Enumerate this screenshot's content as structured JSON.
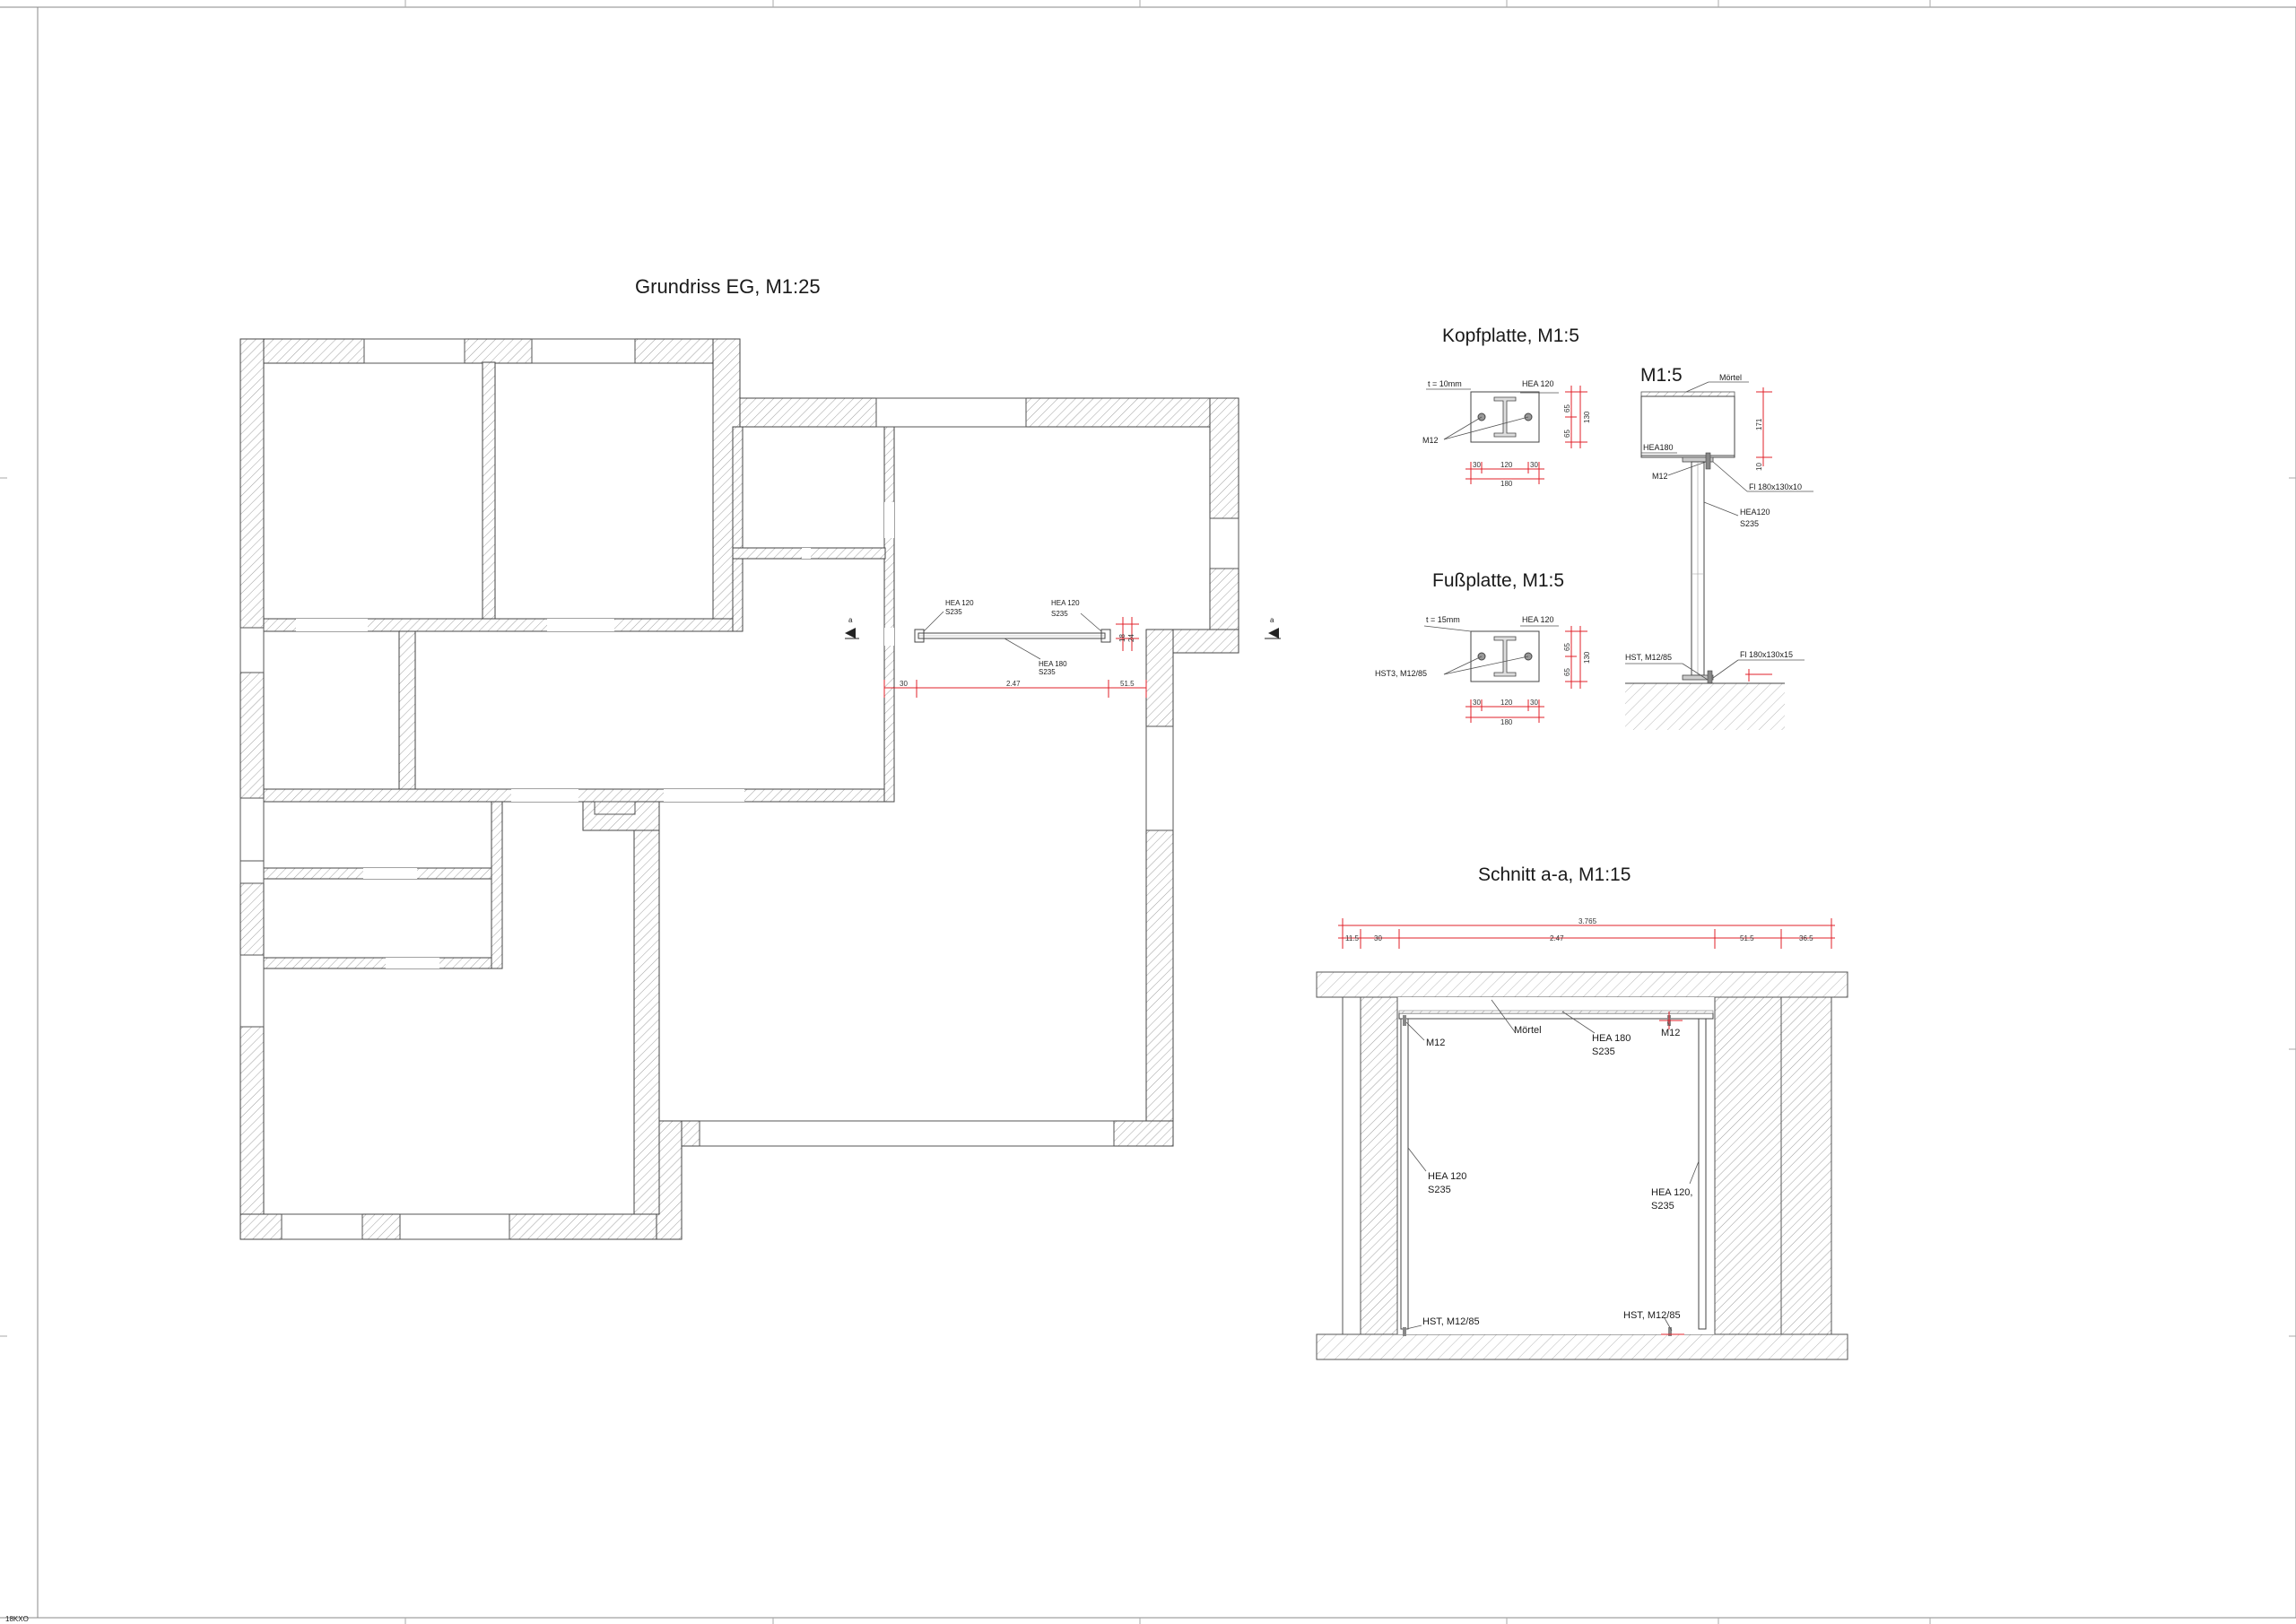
{
  "drawing": {
    "frame_code": "18KXO",
    "grundriss": {
      "title": "Grundriss EG, M1:25",
      "section_mark": "a",
      "beam_left_label": [
        "HEA 120",
        "S235"
      ],
      "beam_right_label": [
        "HEA 120",
        "S235"
      ],
      "beam_main_label": [
        "HEA 180",
        "S235"
      ],
      "dims": [
        "30",
        "2.47",
        "51.5"
      ],
      "dims_vertical": [
        "18",
        "24"
      ]
    },
    "kopfplatte": {
      "title": "Kopfplatte, M1:5",
      "thickness": "t = 10mm",
      "profile": "HEA 120",
      "bolt": "M12",
      "dims_h": [
        "30",
        "120",
        "30"
      ],
      "dims_total": "180",
      "dims_v": [
        "65",
        "65",
        "130"
      ]
    },
    "fussplatte": {
      "title": "Fußplatte, M1:5",
      "thickness": "t = 15mm",
      "profile": "HEA 120",
      "anchor": "HST3,  M12/85",
      "dims_h": [
        "30",
        "120",
        "30"
      ],
      "dims_total": "180",
      "dims_v": [
        "65",
        "65",
        "130"
      ]
    },
    "detail_side": {
      "title": "M1:5",
      "moertel": "Mörtel",
      "beam": "HEA180",
      "bolt": "M12",
      "head_plate": "Fl 180x130x10",
      "column": [
        "HEA120",
        "S235"
      ],
      "anchor": "HST, M12/85",
      "foot_plate": "Fl 180x130x15",
      "dims_v": [
        "171",
        "10"
      ]
    },
    "schnitt": {
      "title": "Schnitt a-a, M1:15",
      "dim_total": "3.765",
      "dims": [
        "11.5",
        "30",
        "2.47",
        "51.5",
        "36.5"
      ],
      "bolt_left": "M12",
      "bolt_right": "M12",
      "moertel": "Mörtel",
      "beam": [
        "HEA 180",
        "S235"
      ],
      "column_left": [
        "HEA 120",
        "S235"
      ],
      "column_right": [
        "HEA 120,",
        "S235"
      ],
      "anchor_left": "HST, M12/85",
      "anchor_right": "HST, M12/85"
    }
  }
}
